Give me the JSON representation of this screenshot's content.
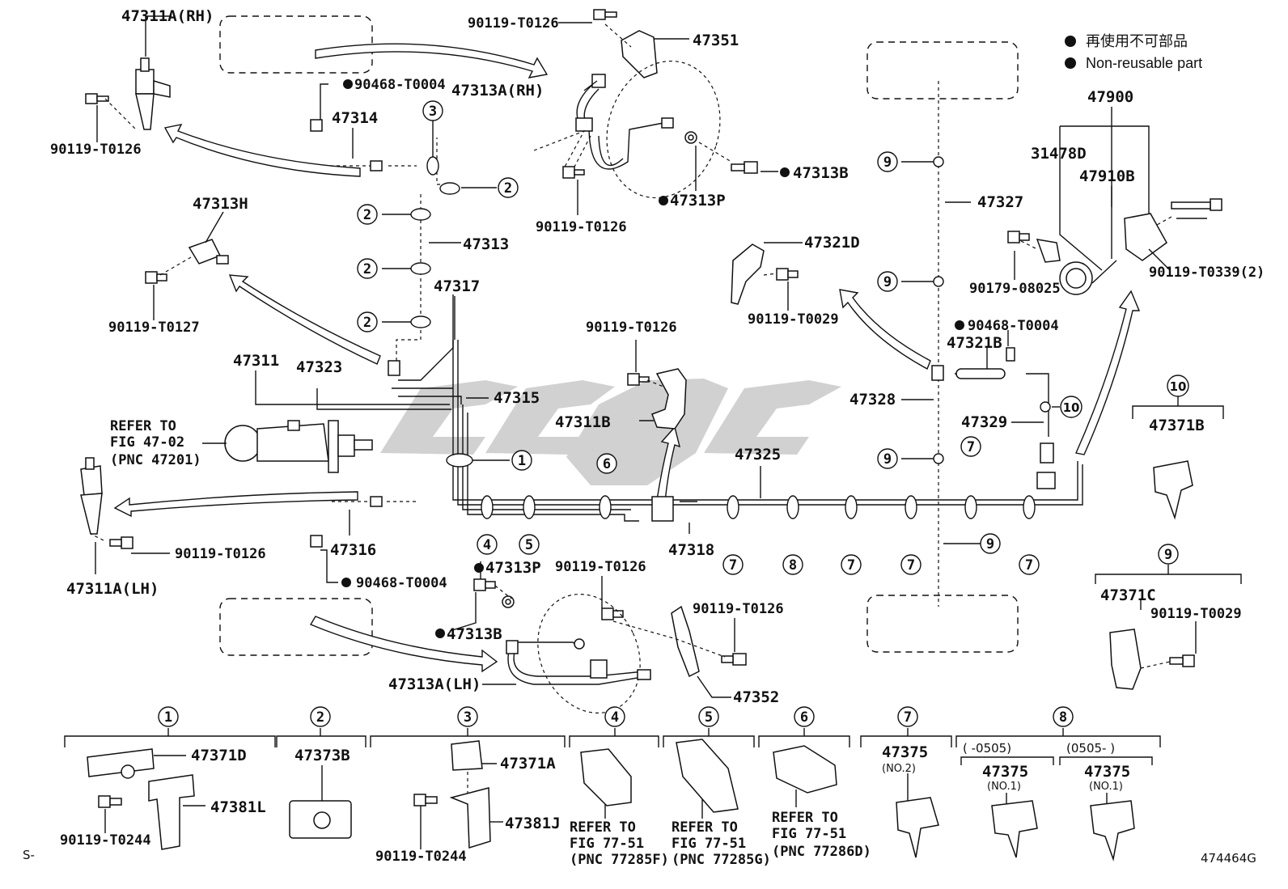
{
  "legend": {
    "line1": "再使用不可部品",
    "line2": "Non-reusable part"
  },
  "corner": {
    "left": "S-",
    "right": "474464G"
  },
  "labels": {
    "p47311a_rh": "47311A(RH)",
    "p90119_t0126_a": "90119-T0126",
    "p47351": "47351",
    "p90468_t0004_a": "90468-T0004",
    "p47313a_rh": "47313A(RH)",
    "p47314": "47314",
    "p90119_t0126_b": "90119-T0126",
    "p47313b_a": "47313B",
    "p47313p_a": "47313P",
    "p90119_t0126_c": "90119-T0126",
    "p47313h": "47313H",
    "p47313": "47313",
    "p47317": "47317",
    "p90119_t0127": "90119-T0127",
    "p47311": "47311",
    "p47323": "47323",
    "p47315": "47315",
    "refer_a1": "REFER TO",
    "refer_a2": "FIG 47-02",
    "refer_a3": "(PNC 47201)",
    "p90119_t0126_d": "90119-T0126",
    "p47311b": "47311B",
    "p47325": "47325",
    "p47318": "47318",
    "p90119_t0126_e": "90119-T0126",
    "p47316": "47316",
    "p47311a_lh": "47311A(LH)",
    "p90468_t0004_b": "90468-T0004",
    "p47313p_b": "47313P",
    "p90119_t0126_f": "90119-T0126",
    "p47313b_b": "47313B",
    "p90119_t0126_g": "90119-T0126",
    "p47313a_lh": "47313A(LH)",
    "p47352": "47352",
    "p47327": "47327",
    "p47321d": "47321D",
    "p90119_t0029_a": "90119-T0029",
    "p90468_t0004_c": "90468-T0004",
    "p47321b": "47321B",
    "p47328": "47328",
    "p47329": "47329",
    "p47900": "47900",
    "p31478d": "31478D",
    "p47910b": "47910B",
    "p90179_08025": "90179-08025",
    "p90119_t0339": "90119-T0339(2)",
    "p47371b": "47371B",
    "p47371c": "47371C",
    "p90119_t0029_b": "90119-T0029",
    "p47371d": "47371D",
    "p47381l": "47381L",
    "p90119_t0244_a": "90119-T0244",
    "p47373b": "47373B",
    "p47371a": "47371A",
    "p47381j": "47381J",
    "p90119_t0244_b": "90119-T0244",
    "refer_4_1": "REFER TO",
    "refer_4_2": "FIG 77-51",
    "refer_4_3": "(PNC 77285F)",
    "refer_5_1": "REFER TO",
    "refer_5_2": "FIG 77-51",
    "refer_5_3": "(PNC 77285G)",
    "refer_6_1": "REFER TO",
    "refer_6_2": "FIG 77-51",
    "refer_6_3": "(PNC 77286D)",
    "p47375_no2": "47375",
    "no2": "(NO.2)",
    "range_a": "(     -0505)",
    "range_b": "(0505-     )",
    "p47375_no1_a": "47375",
    "no1_a": "(NO.1)",
    "p47375_no1_b": "47375",
    "no1_b": "(NO.1)"
  },
  "callouts": [
    "1",
    "2",
    "3",
    "4",
    "5",
    "6",
    "7",
    "8",
    "9",
    "10"
  ]
}
